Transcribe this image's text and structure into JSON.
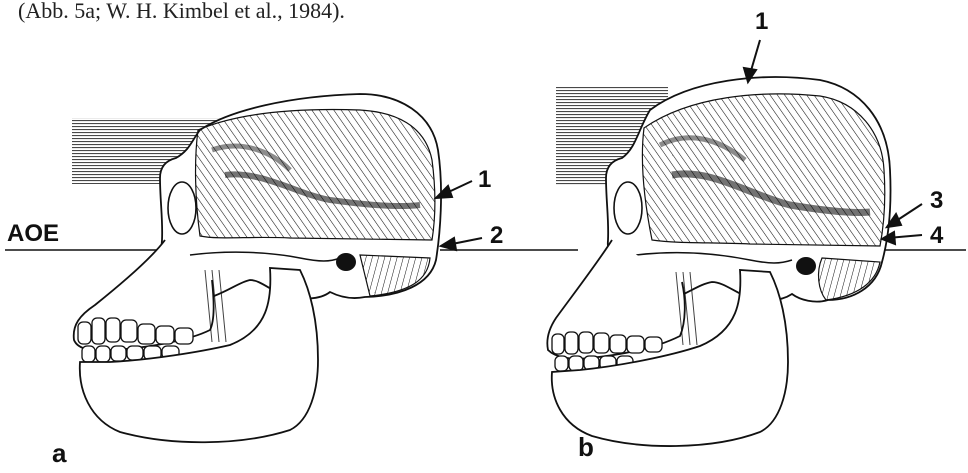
{
  "caption": "(Abb. 5a; W. H. Kimbel et al., 1984).",
  "plane_label": "AOE",
  "panel_a": {
    "label": "a",
    "callouts": [
      "1",
      "2"
    ]
  },
  "panel_b": {
    "label": "b",
    "callouts": [
      "1",
      "3",
      "4"
    ]
  }
}
